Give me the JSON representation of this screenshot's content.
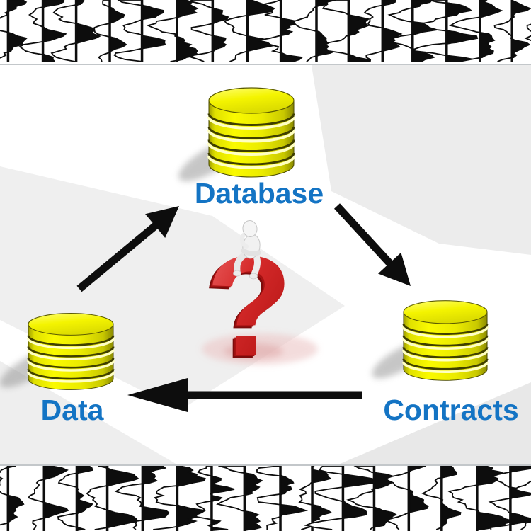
{
  "diagram": {
    "nodes": [
      {
        "id": "database",
        "label": "Database",
        "icon": "database-cylinder-icon"
      },
      {
        "id": "data",
        "label": "Data",
        "icon": "database-cylinder-icon"
      },
      {
        "id": "contracts",
        "label": "Contracts",
        "icon": "database-cylinder-icon"
      }
    ],
    "edges": [
      {
        "from": "Data",
        "to": "Database"
      },
      {
        "from": "Database",
        "to": "Contracts"
      },
      {
        "from": "Contracts",
        "to": "Data"
      }
    ],
    "center": {
      "glyph": "?",
      "figure": "thinking-person"
    },
    "colors": {
      "label_blue": "#1474c4",
      "cylinder_yellow": "#f2f200",
      "arrow_black": "#0d0d0d",
      "question_red": "#c62020"
    },
    "decorations": {
      "top_strip": "seismic-wiggle-pattern",
      "bottom_strip": "seismic-wiggle-pattern"
    }
  }
}
